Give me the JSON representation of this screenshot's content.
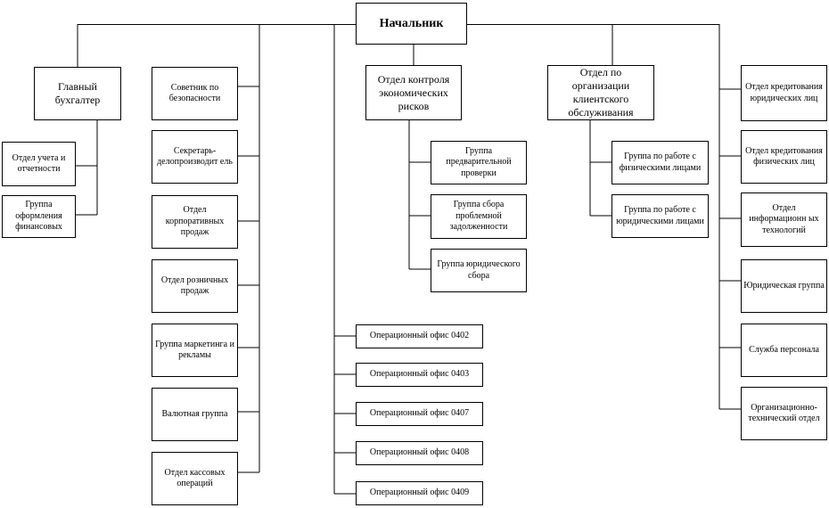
{
  "chief": "Начальник",
  "left_branch": {
    "chief_accountant": "Главный бухгалтер",
    "accounting_dept": "Отдел учета и отчетности",
    "finance_group": "Группа оформления финансовых"
  },
  "second_column": [
    "Советник по безопасности",
    "Секретарь-делопроизводит ель",
    "Отдел корпоративных продаж",
    "Отдел розничных продаж",
    "Группа маркетинга и рекламы",
    "Валютная группа",
    "Отдел кассовых операций"
  ],
  "risk_control": {
    "title": "Отдел контроля экономических рисков",
    "groups": [
      "Группа предварительной проверки",
      "Группа сбора проблемной задолженности",
      "Группа юридического сбора"
    ]
  },
  "operational_offices": [
    "Операционный офис 0402",
    "Операционный офис 0403",
    "Операционный офис 0407",
    "Операционный офис 0408",
    "Операционный офис 0409"
  ],
  "client_service": {
    "title": "Отдел по организации клиентского обслуживания",
    "groups": [
      "Группа по работе с физическими лицами",
      "Группа по работе с юридическими лицами"
    ]
  },
  "right_column": [
    "Отдел кредитования юридических лиц",
    "Отдел кредитования физических лиц",
    "Отдел информационн ых технологий",
    "Юридическая группа",
    "Служба персонала",
    "Организационно-технический отдел"
  ]
}
